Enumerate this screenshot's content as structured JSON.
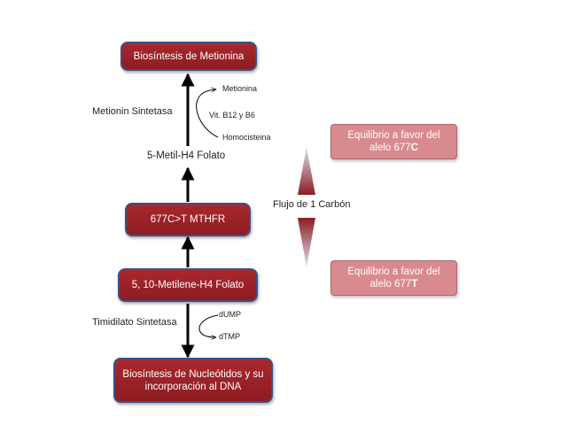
{
  "nodes": {
    "met_biosynthesis": "Biosíntesis de Metionina",
    "mthfr": "677C>T MTHFR",
    "methylene_folate": "5, 10-Metilene-H4 Folato",
    "nucleotide_line1": "Biosíntesis de Nucleótidos y su",
    "nucleotide_line2": "incorporación al DNA"
  },
  "labels": {
    "methyl_folate": "5-Metil-H4 Folato",
    "metionin_synthase": "Metionin Sintetasa",
    "timidilato_synthase": "Timidilato Sintetasa",
    "flux": "Flujo de 1 Carbón"
  },
  "cofactors": {
    "methionine": "Metionina",
    "vitamins": "Vit. B12 y B6",
    "homocysteine": "Homocisteina",
    "dump": "dUMP",
    "dtmp": "dTMP"
  },
  "equilibrium": {
    "c_line1": "Equilibrio a favor del",
    "c_line2_prefix": "alelo 677",
    "c_allele": "C",
    "t_line1": "Equilibrio a favor del",
    "t_line2_prefix": "alelo 677",
    "t_allele": "T"
  },
  "colors": {
    "node_fill": "#9a2126",
    "node_border": "#3d4f86",
    "light_fill": "#d98a8e",
    "flux_gradient": "#8e1c22"
  }
}
